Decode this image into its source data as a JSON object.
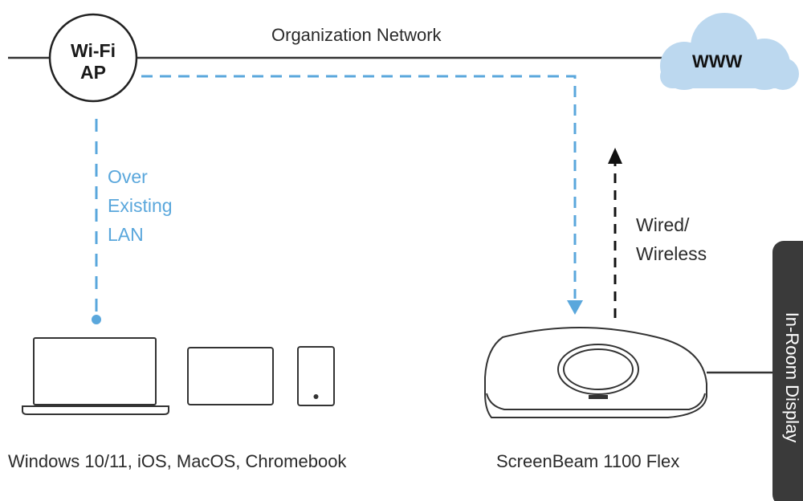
{
  "network": {
    "label": "Organization Network"
  },
  "access_point": {
    "line1": "Wi-Fi",
    "line2": "AP",
    "icon": "wifi-ap-circle"
  },
  "cloud": {
    "label": "WWW",
    "color": "#bcd8ef"
  },
  "lan_link": {
    "lines": [
      "Over",
      "Existing",
      "LAN"
    ],
    "color": "#5aa7dc"
  },
  "uplink": {
    "lines": [
      "Wired/",
      "Wireless"
    ]
  },
  "devices": {
    "label": "Windows 10/11, iOS, MacOS, Chromebook",
    "icons": [
      "laptop-icon",
      "tablet-icon",
      "phone-icon"
    ]
  },
  "receiver": {
    "label": "ScreenBeam 1100 Flex",
    "icon": "screenbeam-device-icon"
  },
  "display": {
    "label": "In-Room Display",
    "color": "#3a3a3a"
  }
}
